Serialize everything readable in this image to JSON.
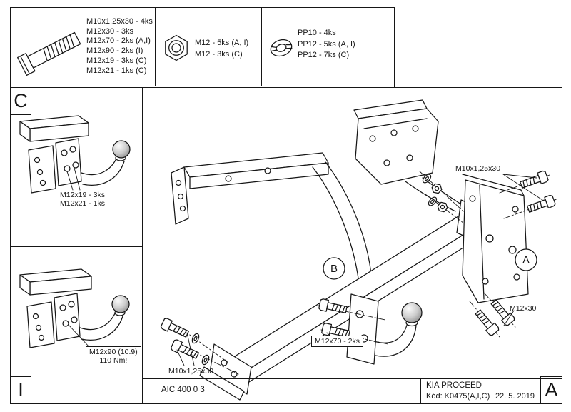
{
  "legend": {
    "bolt": {
      "lines": [
        "M10x1,25x30 - 4ks",
        "M12x30 - 3ks",
        "M12x70 - 2ks (A,I)",
        "M12x90 - 2ks (I)",
        "M12x19 - 3ks (C)",
        "M12x21 - 1ks (C)"
      ]
    },
    "nut": {
      "lines": [
        "M12 - 5ks (A, I)",
        "M12 - 3ks (C)"
      ]
    },
    "washer": {
      "lines": [
        "PP10 - 4ks",
        "PP12 - 5ks (A, I)",
        "PP12 - 7ks (C)"
      ]
    }
  },
  "panel_c": {
    "label": "C",
    "annotations": [
      "M12x19 - 3ks",
      "M12x21 - 1ks"
    ]
  },
  "panel_i": {
    "label": "I",
    "annotations": [
      "M12x90 (10.9)",
      "110 Nm!"
    ]
  },
  "main": {
    "label_top_right": "M10x1,25x30",
    "label_right": "M12x30",
    "label_ball_bolts": "M12x70 - 2ks",
    "label_bottom_left": "M10x1,25x30",
    "callout_a": "A",
    "callout_b": "B"
  },
  "footer": {
    "doc_number": "AIC 400 0 3",
    "model": "KIA PROCEED",
    "code": "Kód: K0475(A,I,C)",
    "date": "22. 5. 2019",
    "corner_label": "A"
  },
  "colors": {
    "line": "#161616",
    "background": "#ffffff",
    "ball_shade": "#9a9a9a"
  }
}
